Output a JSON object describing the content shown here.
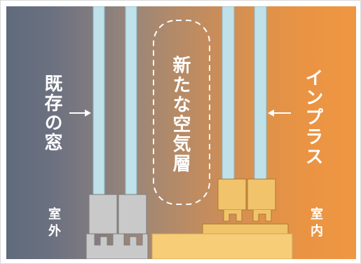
{
  "labels": {
    "existing_window": "既存の窓",
    "new_air_layer": "新たな空気層",
    "inplus": "インプラス",
    "outdoor": "室外",
    "indoor": "室内"
  },
  "colors": {
    "glass": "#bfe1ea",
    "existing_frame": "#c9c9c9",
    "existing_frame_edge": "#7d7d7d",
    "inplus_frame": "#f1c36b",
    "inplus_frame_edge": "#a9792f",
    "sill": "#f7cd78",
    "arrow": "#ffffff"
  }
}
